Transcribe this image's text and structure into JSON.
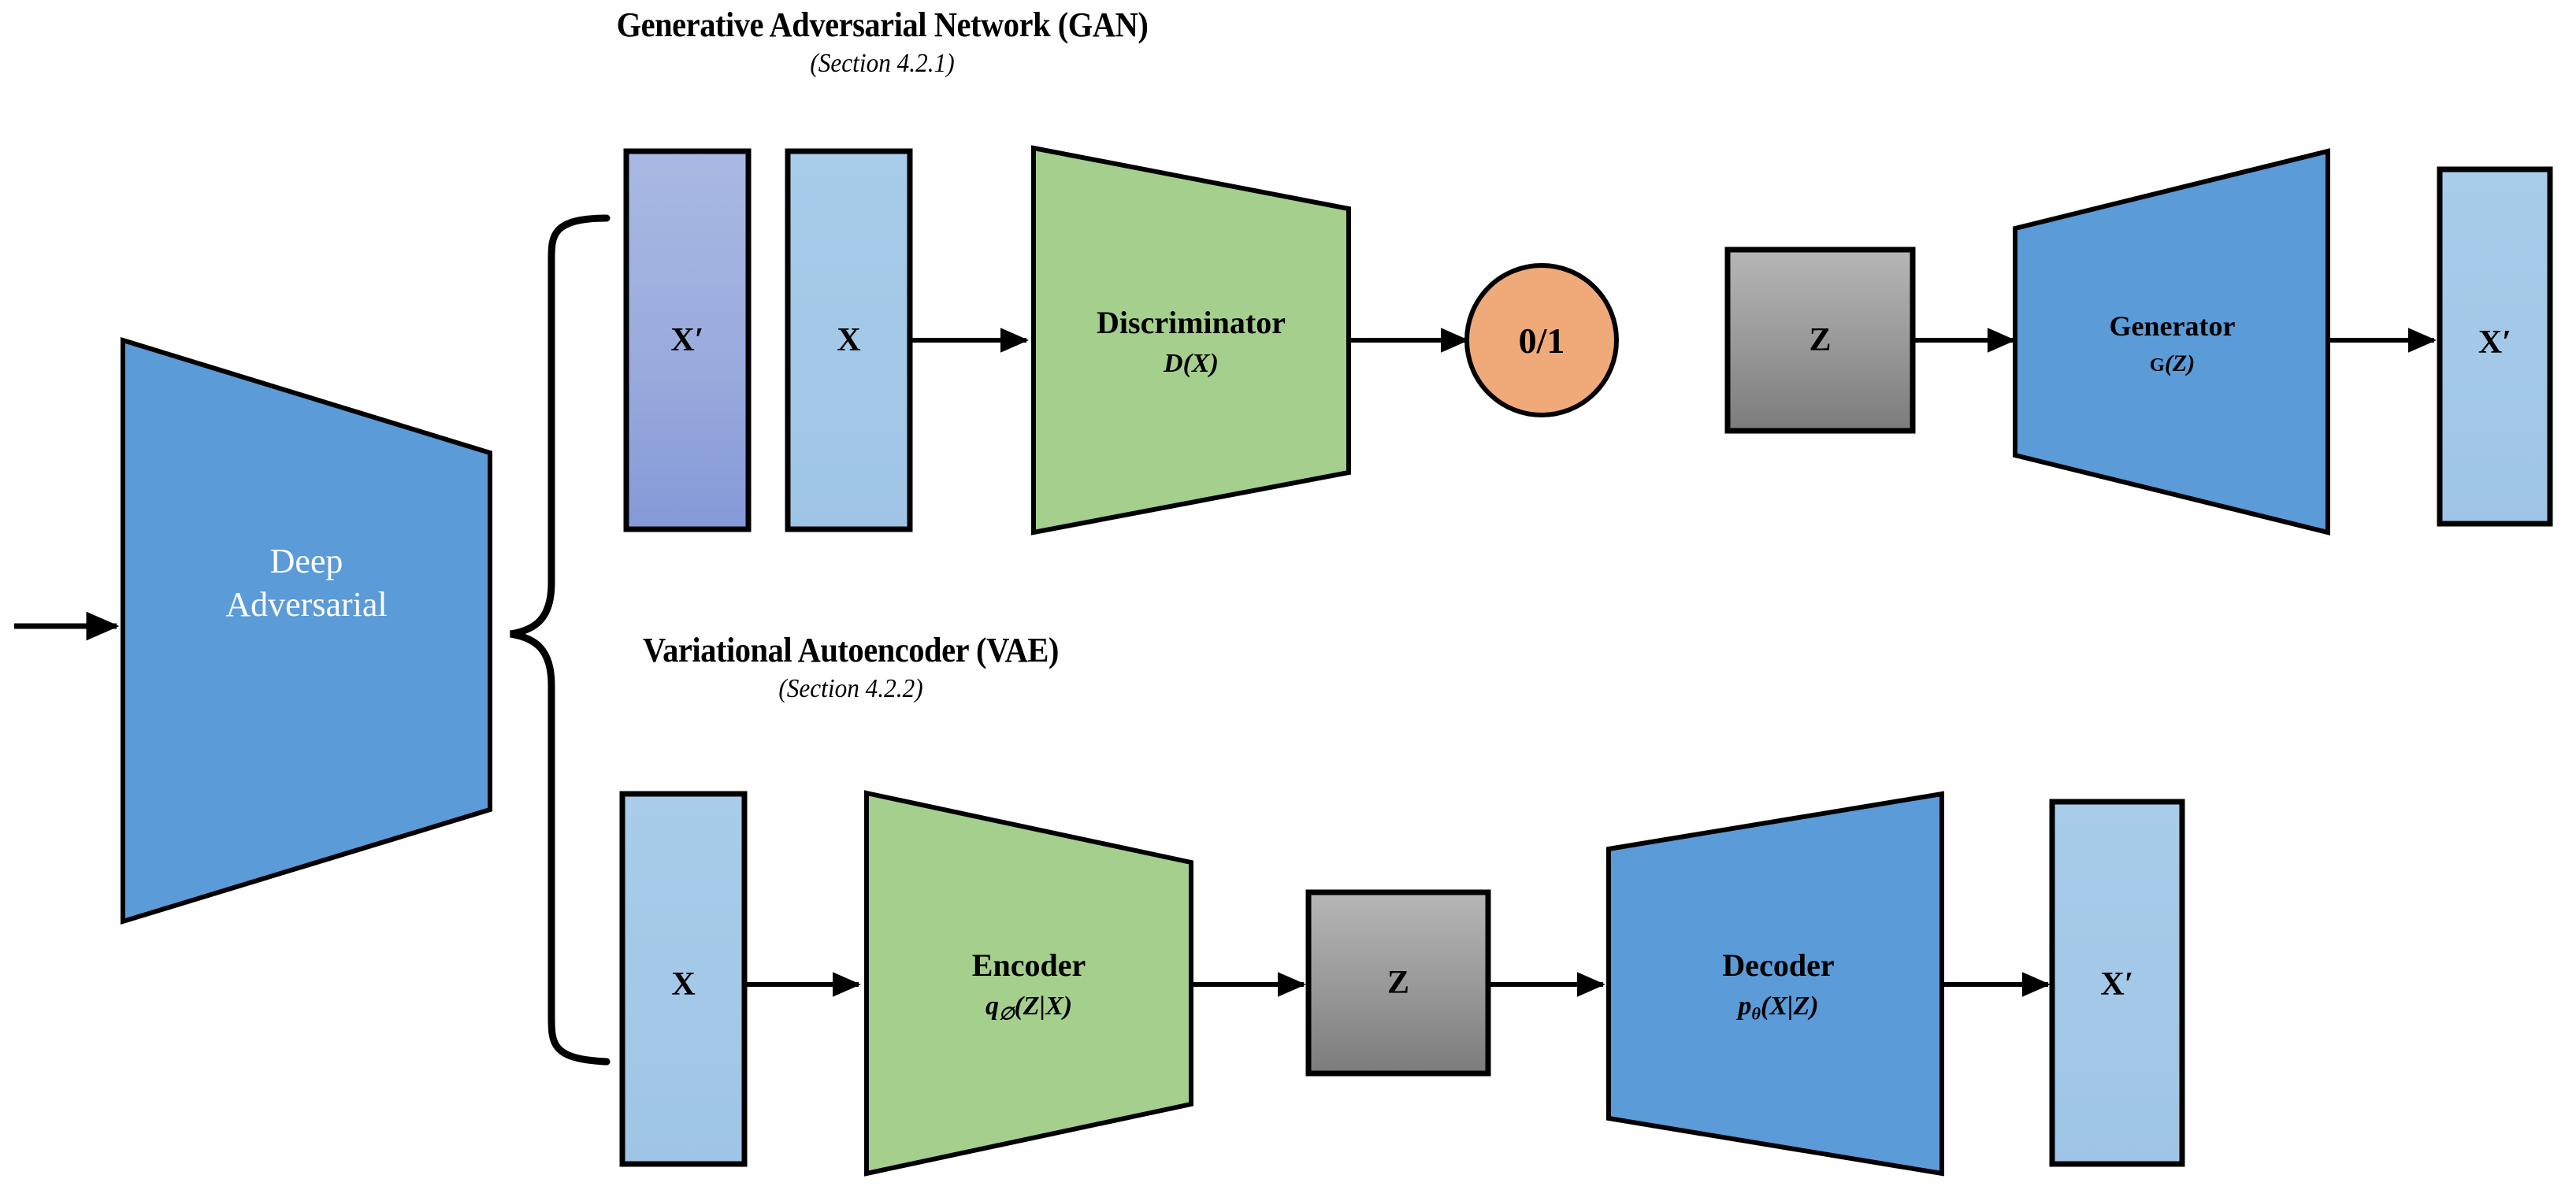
{
  "diagram": {
    "title_gan": "Generative Adversarial Network (GAN)",
    "subtitle_gan": "(Section 4.2.1)",
    "title_vae": "Variational Autoencoder (VAE)",
    "subtitle_vae": "(Section 4.2.2)"
  },
  "root": {
    "label_line1": "Deep",
    "label_line2": "Adversarial"
  },
  "gan": {
    "xprime_in": "X′",
    "x_in": "X",
    "discriminator": {
      "name": "Discriminator",
      "formula": "D(X)"
    },
    "output": "0/1",
    "z": "Z",
    "generator": {
      "name": "Generator",
      "formula_fn": "G",
      "formula_arg": "(Z)"
    },
    "xprime_out": "X′"
  },
  "vae": {
    "x_in": "X",
    "encoder": {
      "name": "Encoder",
      "formula_fn": "q",
      "formula_sub": "∅",
      "formula_arg": "(Z|X)"
    },
    "z": "Z",
    "decoder": {
      "name": "Decoder",
      "formula_fn": "p",
      "formula_sub": "θ",
      "formula_arg": "(X|Z)"
    },
    "xprime_out": "X′"
  },
  "colors": {
    "blue_trapezoid": "#5B9BD8",
    "light_blue_bar": "#A3C8E8",
    "periwinkle_bar_top": "#A7B7E2",
    "periwinkle_bar_bottom": "#8599D8",
    "green_trapezoid": "#A5CF8D",
    "orange_circle": "#F0AA79",
    "gray_box_top": "#B0B0B0",
    "gray_box_bottom": "#7E7E7E",
    "stroke": "#000000",
    "background": "#FFFFFF"
  }
}
